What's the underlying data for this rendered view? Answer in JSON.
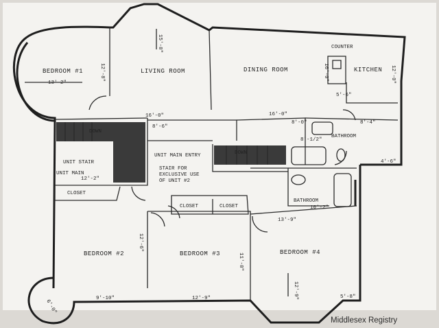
{
  "rooms": {
    "bedroom1": "BEDROOM #1",
    "living_room": "LIVING ROOM",
    "dining_room": "DINING ROOM",
    "kitchen": "KITCHEN",
    "counter": "COUNTER",
    "bathroom_upper": "BATHROOM",
    "bathroom_lower": "BATHROOM",
    "closet_left": "CLOSET",
    "closet_mid1": "CLOSET",
    "closet_mid2": "CLOSET",
    "bedroom2": "BEDROOM #2",
    "bedroom3": "BEDROOM #3",
    "bedroom4": "BEDROOM #4",
    "unit_stair": "UNIT STAIR",
    "unit_main": "UNIT MAIN",
    "down_left": "DOWN",
    "down_right": "DOWN",
    "unit_main_entry": "UNIT MAIN ENTRY",
    "stair_note": [
      "STAIR FOR",
      "EXCLUSIVE USE",
      "OF UNIT #2"
    ]
  },
  "dimensions": {
    "living_height": "15'-8\"",
    "bedroom1_width": "13'-2\"",
    "bedroom1_height": "12'-8\"",
    "living_width": "16'-0\"",
    "living_depth": "8'-6\"",
    "dining_width": "16'-0\"",
    "kitchen_height": "12'-0\"",
    "kitchen_width": "8'-4\"",
    "bath_width": "8'-1/2\"",
    "kitchen_side": "16'-0\"",
    "counter_dim": "5'-6\"",
    "bath_side": "10'-2\"",
    "small_a": "8'-0\"",
    "small_b": "4'-6\"",
    "unit_dim": "12'-2\"",
    "bedroom2_height": "12'-6\"",
    "bedroom2_width": "9'-10\"",
    "bedroom3_width": "12'-9\"",
    "bedroom3_height": "11'-8\"",
    "bedroom4_width": "13'-9\"",
    "bedroom4_height": "12'-9\"",
    "bedroom4_side": "5'-8\"",
    "bay_dim": "6'-0\""
  },
  "footer": {
    "registry": "Middlesex Registry"
  }
}
